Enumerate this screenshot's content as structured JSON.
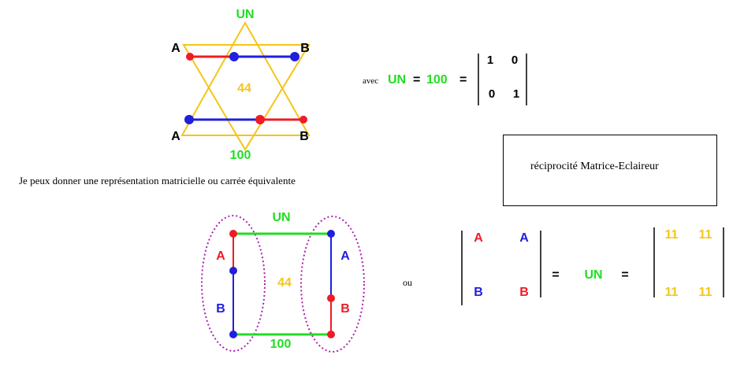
{
  "colors": {
    "green": "#22dd22",
    "yellow": "#f5c518",
    "red": "#ee1c24",
    "blue": "#1f1fdd",
    "purple": "#b020b0",
    "black": "#000000"
  },
  "star": {
    "top_label": "UN",
    "bottom_label": "100",
    "center_label": "44",
    "top_left": "A",
    "top_right": "B",
    "bottom_left": "A",
    "bottom_right": "B"
  },
  "equation1": {
    "prefix": "avec",
    "un": "UN",
    "equals1": "=",
    "value": "100",
    "equals2": "=",
    "matrix": [
      [
        "1",
        "0"
      ],
      [
        "0",
        "1"
      ]
    ]
  },
  "box_text": "réciprocité Matrice-Eclaireur",
  "caption": "Je peux donner une représentation matricielle ou carrée équivalente",
  "square": {
    "top_label": "UN",
    "bottom_label": "100",
    "center_label": "44",
    "left_top": "A",
    "left_bottom": "B",
    "right_top": "A",
    "right_bottom": "B"
  },
  "ou": "ou",
  "equation2": {
    "matrix_left": [
      [
        "A",
        "A"
      ],
      [
        "B",
        "B"
      ]
    ],
    "equals1": "=",
    "un": "UN",
    "equals2": "=",
    "matrix_right": [
      [
        "11",
        "11"
      ],
      [
        "11",
        "11"
      ]
    ]
  }
}
